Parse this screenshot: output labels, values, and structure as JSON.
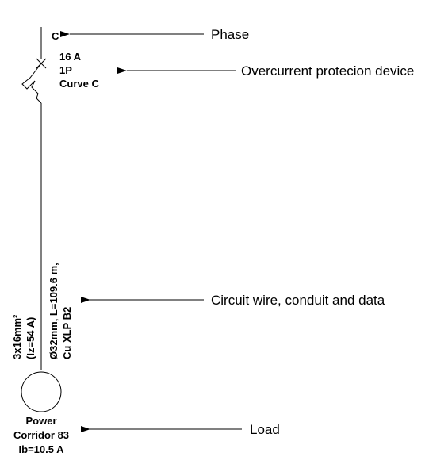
{
  "diagram": {
    "phase_code": "C",
    "device": {
      "rating": "16 A",
      "poles": "1P",
      "curve": "Curve C"
    },
    "cable": {
      "size": "3x16mm²",
      "iz": "(Iz=54 A)",
      "conduit": "Ø32mm, L=109.6 m,",
      "material": "Cu XLP B2"
    },
    "load": {
      "line1": "Power",
      "line2": "Corridor 83",
      "line3": "Ib=10.5 A"
    },
    "annotations": {
      "phase": "Phase",
      "device": "Overcurrent protecion device",
      "wire": "Circuit wire, conduit and data",
      "load": "Load"
    }
  }
}
